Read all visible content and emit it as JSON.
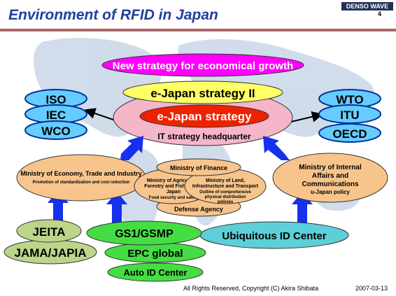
{
  "slide": {
    "title": "Environment of RFID in Japan",
    "brand": "DENSO WAVE",
    "page_number": "4",
    "footer": "All Rights Reserved, Copyright (C) Akira Shibata",
    "date": "2007-03-13"
  },
  "diagram": {
    "new_strategy": "New strategy for economical growth",
    "e_japan_2": "e-Japan strategy II",
    "e_japan": "e-Japan strategy",
    "it_hq": "IT strategy headquarter",
    "intl_left": [
      "ISO",
      "IEC",
      "WCO"
    ],
    "intl_right": [
      "WTO",
      "ITU",
      "OECD"
    ],
    "meti": {
      "name": "Ministry of Economy, Trade and Industry",
      "sub": "Promotion of standardization and cost reduction"
    },
    "mof": "Ministry of Finance",
    "maff": {
      "lines": [
        "Ministry of Agriculture,",
        "Forestry and Fisheries of",
        "Japan"
      ],
      "sub": "Food security and safety"
    },
    "mlit": {
      "lines": [
        "Ministry of Land,",
        "Infrastructure and Transport"
      ],
      "sub": [
        "Outline of comprehensive",
        "physical distribution",
        "policies"
      ]
    },
    "defense": "Defense Agency",
    "mic": {
      "lines": [
        "Ministry of Internal",
        "Affairs and",
        "Communications"
      ],
      "sub": "u-Japan policy"
    },
    "jeita": "JEITA",
    "jama": "JAMA/JAPIA",
    "gs1": "GS1/GSMP",
    "epc": "EPC global",
    "autoid": "Auto ID Center",
    "ubiquitous": "Ubiquitous ID Center"
  },
  "colors": {
    "title": "#1f3fa0",
    "magenta": "#ff00ff",
    "yellow": "#ffff66",
    "pink": "#f4b6c8",
    "red": "#ee2200",
    "blue_oval": "#66ccff",
    "orange": "#f7c58c",
    "olive": "#bcd58a",
    "green": "#44dd44",
    "teal": "#5ccfd9",
    "arrow_blue": "#1530ee"
  }
}
